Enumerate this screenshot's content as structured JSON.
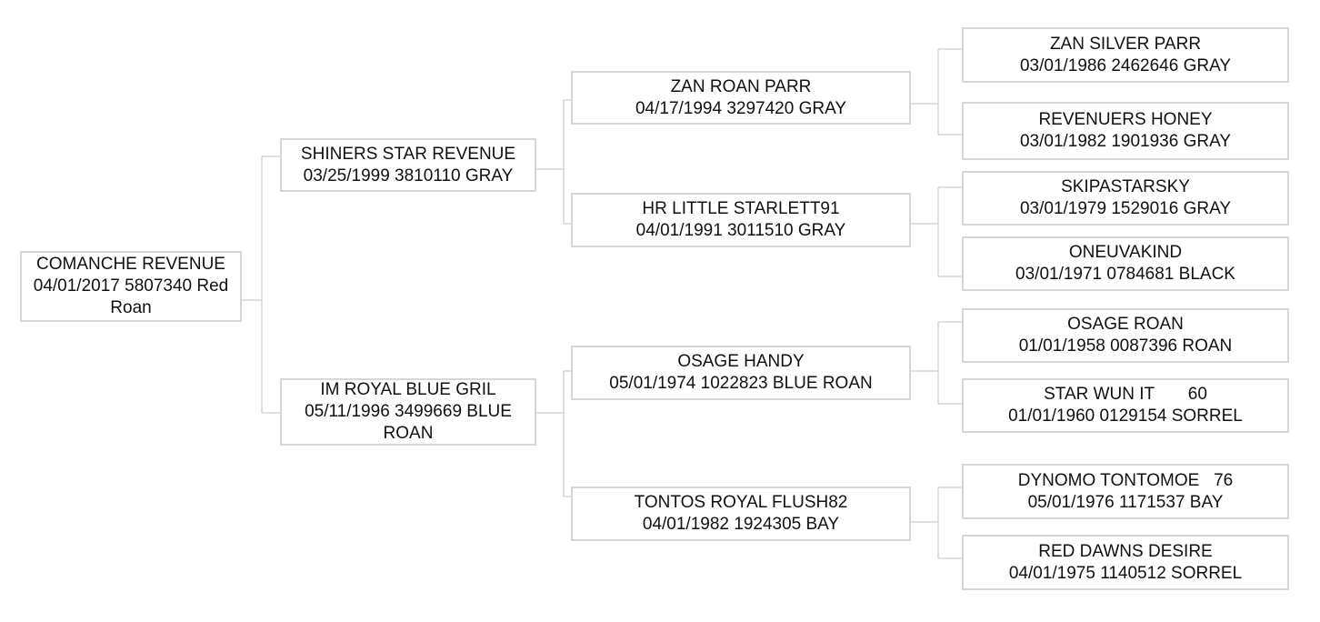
{
  "pedigree": {
    "subject": {
      "name": "COMANCHE REVENUE",
      "details": "04/01/2017 5807340 Red Roan"
    },
    "sire": {
      "name": "SHINERS STAR REVENUE",
      "details": "03/25/1999 3810110 GRAY",
      "sire": {
        "name": "ZAN ROAN PARR",
        "details": "04/17/1994 3297420 GRAY",
        "sire": {
          "name": "ZAN SILVER PARR",
          "details": "03/01/1986 2462646 GRAY"
        },
        "dam": {
          "name": "REVENUERS HONEY",
          "details": "03/01/1982 1901936 GRAY"
        }
      },
      "dam": {
        "name": "HR LITTLE STARLETT91",
        "details": "04/01/1991 3011510 GRAY",
        "sire": {
          "name": "SKIPASTARSKY",
          "details": "03/01/1979 1529016 GRAY"
        },
        "dam": {
          "name": "ONEUVAKIND",
          "details": "03/01/1971 0784681 BLACK"
        }
      }
    },
    "dam": {
      "name": "IM ROYAL BLUE GRIL",
      "details": "05/11/1996 3499669 BLUE ROAN",
      "sire": {
        "name": "OSAGE HANDY",
        "details": "05/01/1974 1022823 BLUE ROAN",
        "sire": {
          "name": "OSAGE ROAN",
          "details": "01/01/1958 0087396 ROAN"
        },
        "dam": {
          "name": "STAR WUN IT       60",
          "details": "01/01/1960 0129154 SORREL"
        }
      },
      "dam": {
        "name": "TONTOS ROYAL FLUSH82",
        "details": "04/01/1982 1924305 BAY",
        "sire": {
          "name": "DYNOMO TONTOMOE   76",
          "details": "05/01/1976 1171537 BAY"
        },
        "dam": {
          "name": "RED DAWNS DESIRE",
          "details": "04/01/1975 1140512 SORREL"
        }
      }
    }
  }
}
